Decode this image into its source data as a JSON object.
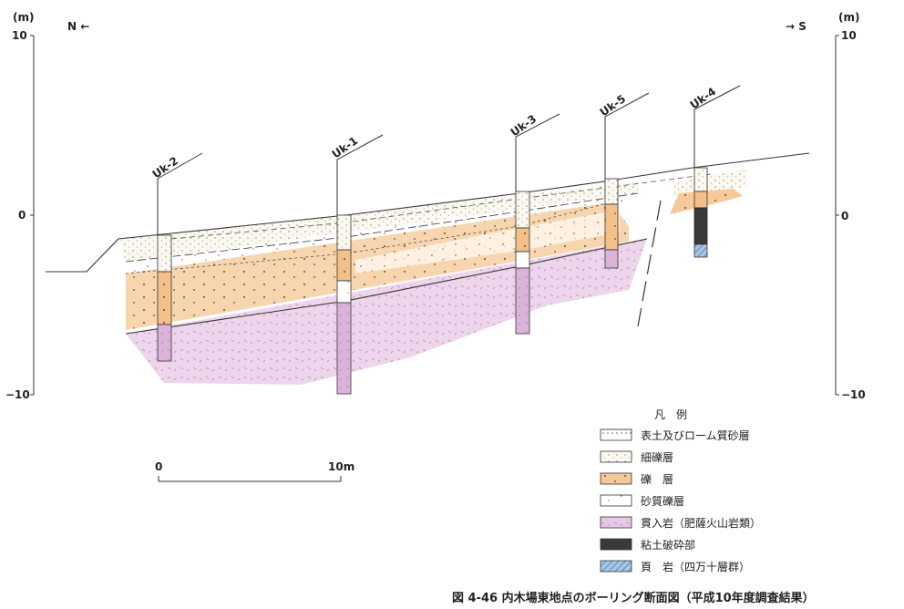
{
  "axes": {
    "unit_left": "(m)",
    "unit_right": "(m)",
    "north": "N ←",
    "south": "→ S",
    "ticks_left": [
      "10",
      "0",
      "−10"
    ],
    "ticks_right": [
      "10",
      "0",
      "−10"
    ]
  },
  "boreholes": [
    "Uk-2",
    "Uk-1",
    "Uk-3",
    "Uk-5",
    "Uk-4"
  ],
  "scale_bar": {
    "start": "0",
    "end": "10m"
  },
  "legend": {
    "title": "凡　例",
    "items": [
      {
        "label": "表土及びローム質砂層",
        "color": "#ffffff"
      },
      {
        "label": "細礫層",
        "color": "#fbf7ee"
      },
      {
        "label": "礫　層",
        "color": "#f4c99a"
      },
      {
        "label": "砂質礫層",
        "color": "#ffffff"
      },
      {
        "label": "貫入岩（肥薩火山岩類）",
        "color": "#e6c7e4"
      },
      {
        "label": "粘土破砕部",
        "color": "#3a3a3a"
      },
      {
        "label": "頁　岩（四万十層群）",
        "color": "#a8c7e6"
      }
    ]
  },
  "caption": "図 4-46 内木場東地点のボーリング断面図（平成10年度調査結果）",
  "colors": {
    "gravel": "#f4c99a",
    "intrusive": "#e6c7e4",
    "clay": "#3a3a3a",
    "shale": "#a8c7e6",
    "line": "#333333"
  }
}
